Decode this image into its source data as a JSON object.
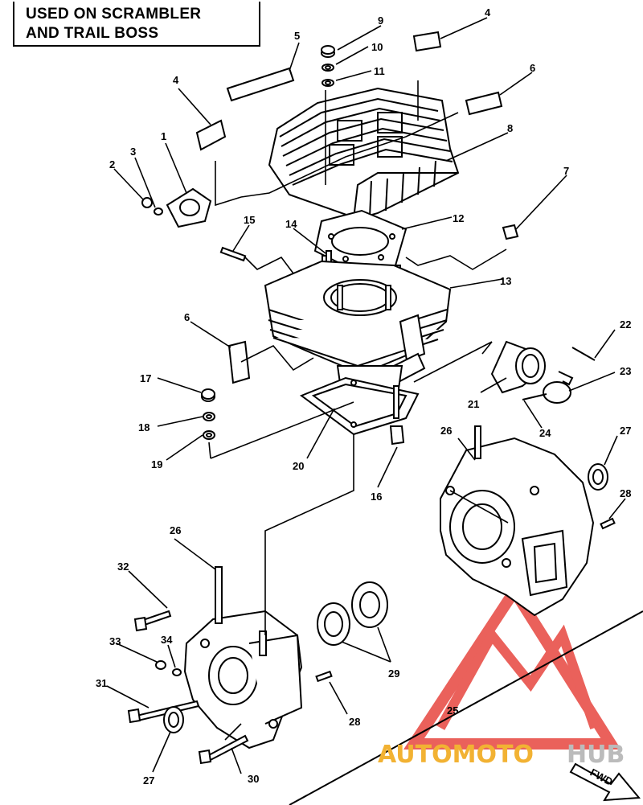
{
  "title": {
    "line1": "USED ON SCRAMBLER",
    "line2": "AND TRAIL BOSS"
  },
  "callouts": {
    "c1": "1",
    "c2": "2",
    "c3": "3",
    "c4a": "4",
    "c4b": "4",
    "c5": "5",
    "c6a": "6",
    "c6b": "6",
    "c7": "7",
    "c8": "8",
    "c9": "9",
    "c10": "10",
    "c11": "11",
    "c12": "12",
    "c13": "13",
    "c14": "14",
    "c15": "15",
    "c16": "16",
    "c17": "17",
    "c18": "18",
    "c19": "19",
    "c20": "20",
    "c21": "21",
    "c22": "22",
    "c23": "23",
    "c24": "24",
    "c25": "25",
    "c26a": "26",
    "c26b": "26",
    "c27a": "27",
    "c27b": "27",
    "c28a": "28",
    "c28b": "28",
    "c29": "29",
    "c30": "30",
    "c31": "31",
    "c32": "32",
    "c33": "33",
    "c34": "34"
  },
  "direction_label": "FWD",
  "watermark": {
    "text_left": "AUTOMOTO",
    "text_right": "HUB",
    "logo_color": "#e8504a",
    "left_color": "#f2b233",
    "right_color": "#bbbbbb"
  }
}
